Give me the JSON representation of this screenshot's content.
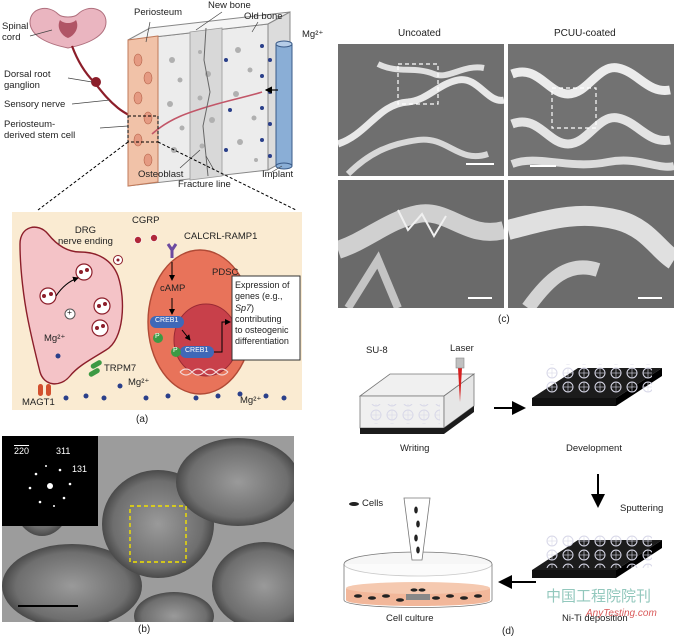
{
  "panel_a": {
    "labels": {
      "spinal_cord": "Spinal\ncord",
      "periosteum": "Periosteum",
      "new_bone": "New bone",
      "old_bone": "Old bone",
      "mg_top": "Mg²⁺",
      "drg": "Dorsal root\nganglion",
      "sensory_nerve": "Sensory nerve",
      "pdsc_label": "Periosteum-\nderived stem cell",
      "osteoblast": "Osteoblast",
      "fracture_line": "Fracture line",
      "implant": "Implant",
      "drg_ending": "DRG\nnerve ending",
      "cgrp": "CGRP",
      "receptor": "CALCRL-RAMP1",
      "camp": "cAMP",
      "pdsc": "PDSC",
      "creb1_a": "CREB1",
      "creb1_b": "CREB1",
      "p1": "P",
      "p2": "P",
      "plus": "+",
      "expr1": "Expression of",
      "expr2": "genes (e.g.,",
      "expr3": "Sp7",
      "expr3b": ")",
      "expr4": "contributing",
      "expr5": "to osteogenic",
      "expr6": "differentiation",
      "mg_cell": "Mg²⁺",
      "trpm7": "TRPM7",
      "magt1": "MAGT1",
      "mg_b1": "Mg²⁺",
      "mg_b2": "Mg²⁺"
    },
    "caption": "(a)"
  },
  "panel_b": {
    "fft_labels": {
      "l1": "220",
      "l2": "311",
      "l3": "131"
    },
    "caption": "(b)"
  },
  "panel_c": {
    "uncoated": "Uncoated",
    "coated": "PCUU-coated",
    "caption": "(c)"
  },
  "panel_d": {
    "su8": "SU-8",
    "laser": "Laser",
    "writing": "Writing",
    "development": "Development",
    "sputtering": "Sputtering",
    "cells": "Cells",
    "cell_culture": "Cell culture",
    "deposition": "Ni-Ti deposition",
    "caption": "(d)"
  },
  "watermark": {
    "cn": "中国工程院院刊",
    "site": "AnyTesting.com"
  }
}
